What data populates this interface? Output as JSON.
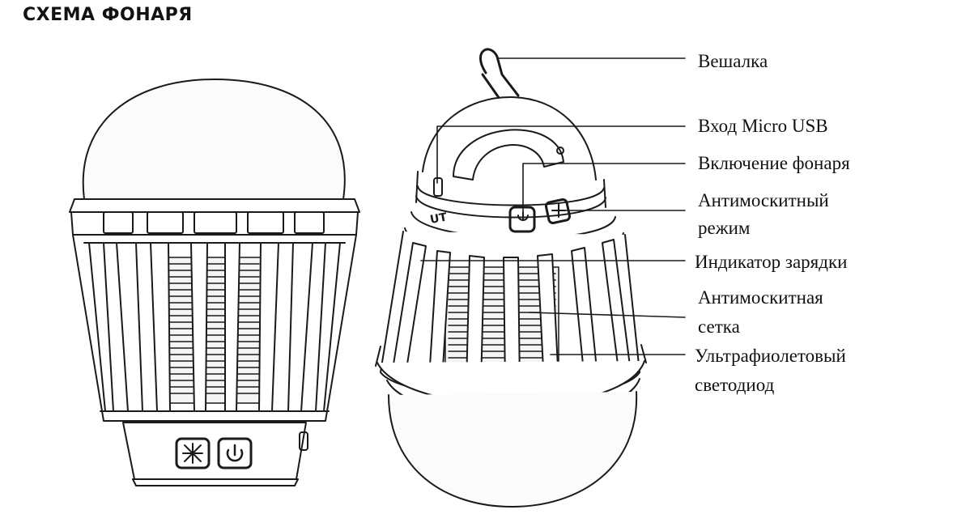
{
  "title": "СХЕМА ФОНАРЯ",
  "labels": {
    "hanger": "Вешалка",
    "usb": "Вход Micro USB",
    "power": "Включение фонаря",
    "mosquito_mode_1": "Антимоскитный",
    "mosquito_mode_2": "режим",
    "charge_indicator": "Индикатор зарядки",
    "mesh_1": "Антимоскитная",
    "mesh_2": "сетка",
    "uv_led_1": "Ультрафиолетовый",
    "uv_led_2": "светодиод"
  },
  "engraving": "UT",
  "icons": [
    "mosquito-mode-icon",
    "power-icon"
  ]
}
